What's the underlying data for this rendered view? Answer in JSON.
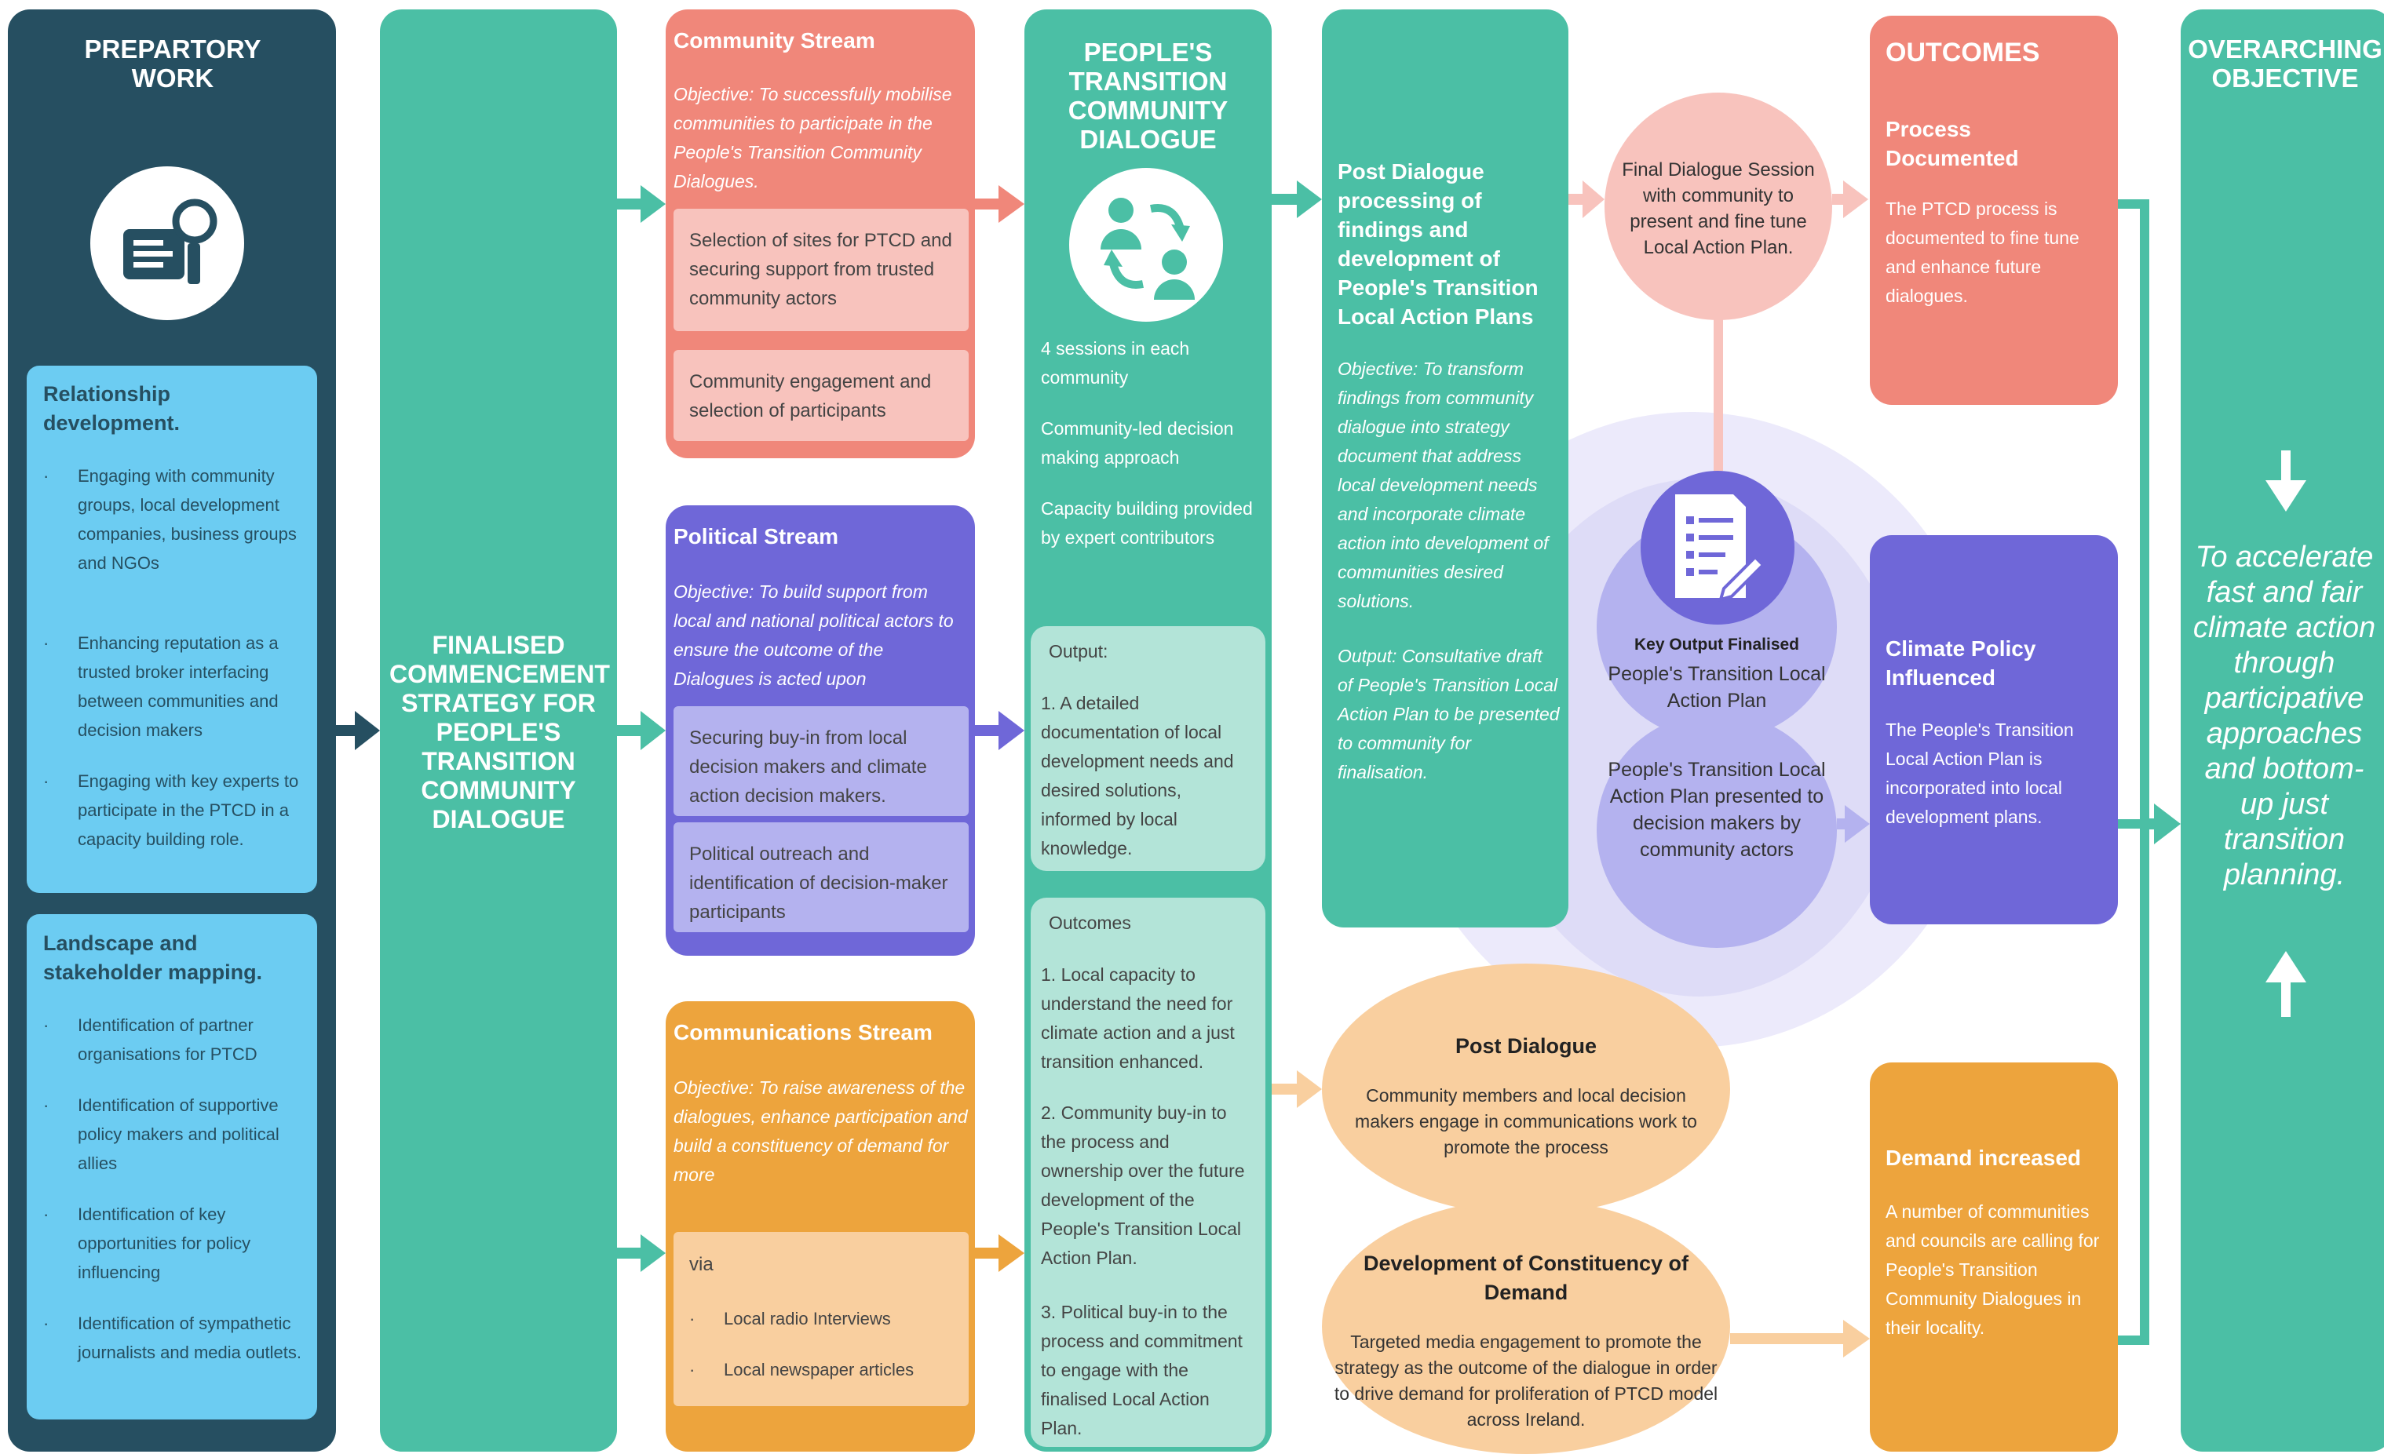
{
  "colors": {
    "dark_teal": "#264f61",
    "teal": "#4bbfa5",
    "light_blue": "#6cccf2",
    "salmon": "#f0877a",
    "salmon_light": "#f8c3bd",
    "purple": "#6f67d8",
    "purple_light": "#b4b2ef",
    "orange": "#eda43d",
    "orange_light": "#f9cf9f",
    "mint_light": "#b3e4d8"
  },
  "col1": {
    "title": "PREPARTORY WORK",
    "icon": "document-search-icon",
    "relationship": {
      "title": "Relationship development.",
      "items": [
        "Engaging with community groups, local development companies, business groups and NGOs",
        "Enhancing reputation as a trusted broker interfacing between communities and decision makers",
        "Engaging with key experts to participate in the PTCD in a capacity building role."
      ]
    },
    "landscape": {
      "title": "Landscape and stakeholder mapping.",
      "items": [
        "Identification of partner organisations for PTCD",
        "Identification of supportive policy makers and political allies",
        "Identification of key opportunities for policy influencing",
        "Identification of sympathetic journalists and media outlets."
      ]
    }
  },
  "col2": {
    "title": "FINALISED COMMENCEMENT STRATEGY FOR PEOPLE'S TRANSITION COMMUNITY DIALOGUE"
  },
  "community": {
    "title": "Community Stream",
    "objective": "Objective: To successfully mobilise communities to participate in the People's Transition Community Dialogues.",
    "sub1": "Selection of sites for PTCD and securing support from trusted community actors",
    "sub2": "Community engagement and selection of participants"
  },
  "political": {
    "title": "Political Stream",
    "objective": "Objective: To build support from local and national political actors to ensure the outcome of the Dialogues is acted upon",
    "sub1": "Securing buy-in from local decision makers and climate action decision makers.",
    "sub2": "Political outreach and identification of decision-maker participants"
  },
  "communications": {
    "title": "Communications Stream",
    "objective": "Objective: To raise awareness of the dialogues, enhance participation and build a constituency of demand for more",
    "via": "via",
    "items": [
      "Local radio Interviews",
      "Local newspaper articles"
    ]
  },
  "dialogue": {
    "title": "PEOPLE'S TRANSITION COMMUNITY DIALOGUE",
    "icon": "people-exchange-icon",
    "items": [
      "4 sessions in each community",
      "Community-led decision making approach",
      "Capacity building provided by expert contributors"
    ],
    "output_title": "Output:",
    "output_text": "1. A detailed documentation of local development needs and desired solutions, informed by local knowledge.",
    "outcomes_title": "Outcomes",
    "outcomes": [
      "1. Local capacity to understand the need for climate action and a just transition enhanced.",
      "2. Community buy-in to the process and ownership over the future development of the People's Transition Local Action Plan.",
      "3. Political buy-in to the process and commitment to engage with the finalised Local Action Plan."
    ]
  },
  "post_processing": {
    "title": "Post Dialogue processing of findings and development of People's Transition Local Action Plans",
    "objective": "Objective: To transform findings from community dialogue into strategy document that address local development needs and incorporate climate action into development of communities desired solutions.",
    "output": "Output: Consultative draft of People's Transition Local Action Plan to be presented to community for finalisation."
  },
  "final_session": "Final Dialogue Session with community to present and fine tune Local Action Plan.",
  "key_output": {
    "icon": "checklist-edit-icon",
    "label": "Key Output Finalised",
    "text": "People's Transition Local Action Plan"
  },
  "presented": "People's Transition Local Action Plan presented to decision makers by community actors",
  "post_dialogue": {
    "title": "Post Dialogue",
    "text": "Community members and local decision makers engage in communications work to promote the process"
  },
  "constituency": {
    "title": "Development of Constituency of Demand",
    "text": "Targeted media engagement to promote the strategy as the outcome of the dialogue in order to drive demand for proliferation of PTCD model across Ireland."
  },
  "outcomes": {
    "title": "OUTCOMES",
    "process": {
      "title": "Process Documented",
      "text": "The PTCD process is documented to fine tune and enhance future dialogues."
    },
    "climate": {
      "title": "Climate Policy Influenced",
      "text": "The People's Transition Local Action Plan is incorporated into local development plans."
    },
    "demand": {
      "title": "Demand increased",
      "text": "A number of communities and councils are calling for People's Transition Community Dialogues in their locality."
    }
  },
  "overarching": {
    "title": "OVERARCHING OBJECTIVE",
    "text": "To accelerate fast and fair climate action through participative approaches and bottom-up just transition planning."
  }
}
